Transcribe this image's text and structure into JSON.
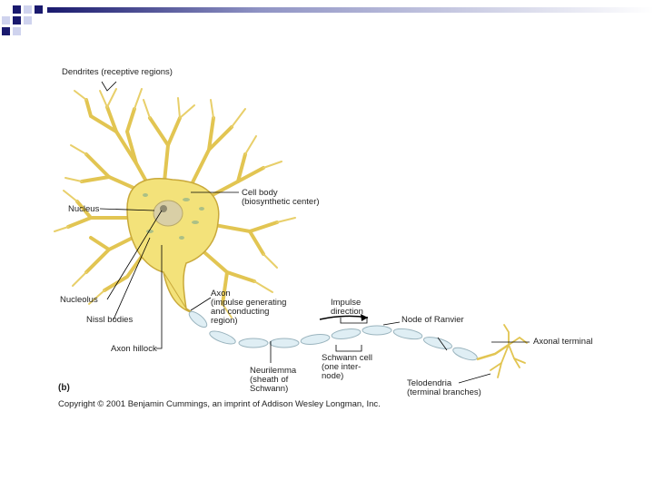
{
  "slide": {
    "theme_colors": {
      "squares_dark": "#1a1a6e",
      "squares_light": "#cfd3ee",
      "bar_gradient_end": "#ffffff"
    }
  },
  "figure": {
    "panel_label": "(b)",
    "labels": {
      "dendrites": "Dendrites (receptive regions)",
      "cell_body": "Cell body\n(biosynthetic center)",
      "nucleus": "Nucleus",
      "nucleolus": "Nucleolus",
      "nissl_bodies": "Nissl bodies",
      "axon_hillock": "Axon hillock",
      "axon": "Axon\n(impulse generating\nand conducting\nregion)",
      "impulse_direction": "Impulse\ndirection",
      "node_of_ranvier": "Node of Ranvier",
      "axonal_terminal": "Axonal terminal",
      "schwann_cell": "Schwann cell\n(one inter-\nnode)",
      "neurilemma": "Neurilemma\n(sheath of\nSchwann)",
      "telodendria": "Telodendria\n(terminal branches)"
    },
    "copyright": "Copyright © 2001 Benjamin Cummings, an imprint of Addison Wesley Longman, Inc.",
    "colors": {
      "neuron_fill": "#f3e27a",
      "neuron_stroke": "#c9a93a",
      "nucleus": "#d9cfa6",
      "schwann": "#dfeef4",
      "leader": "#000000"
    }
  }
}
